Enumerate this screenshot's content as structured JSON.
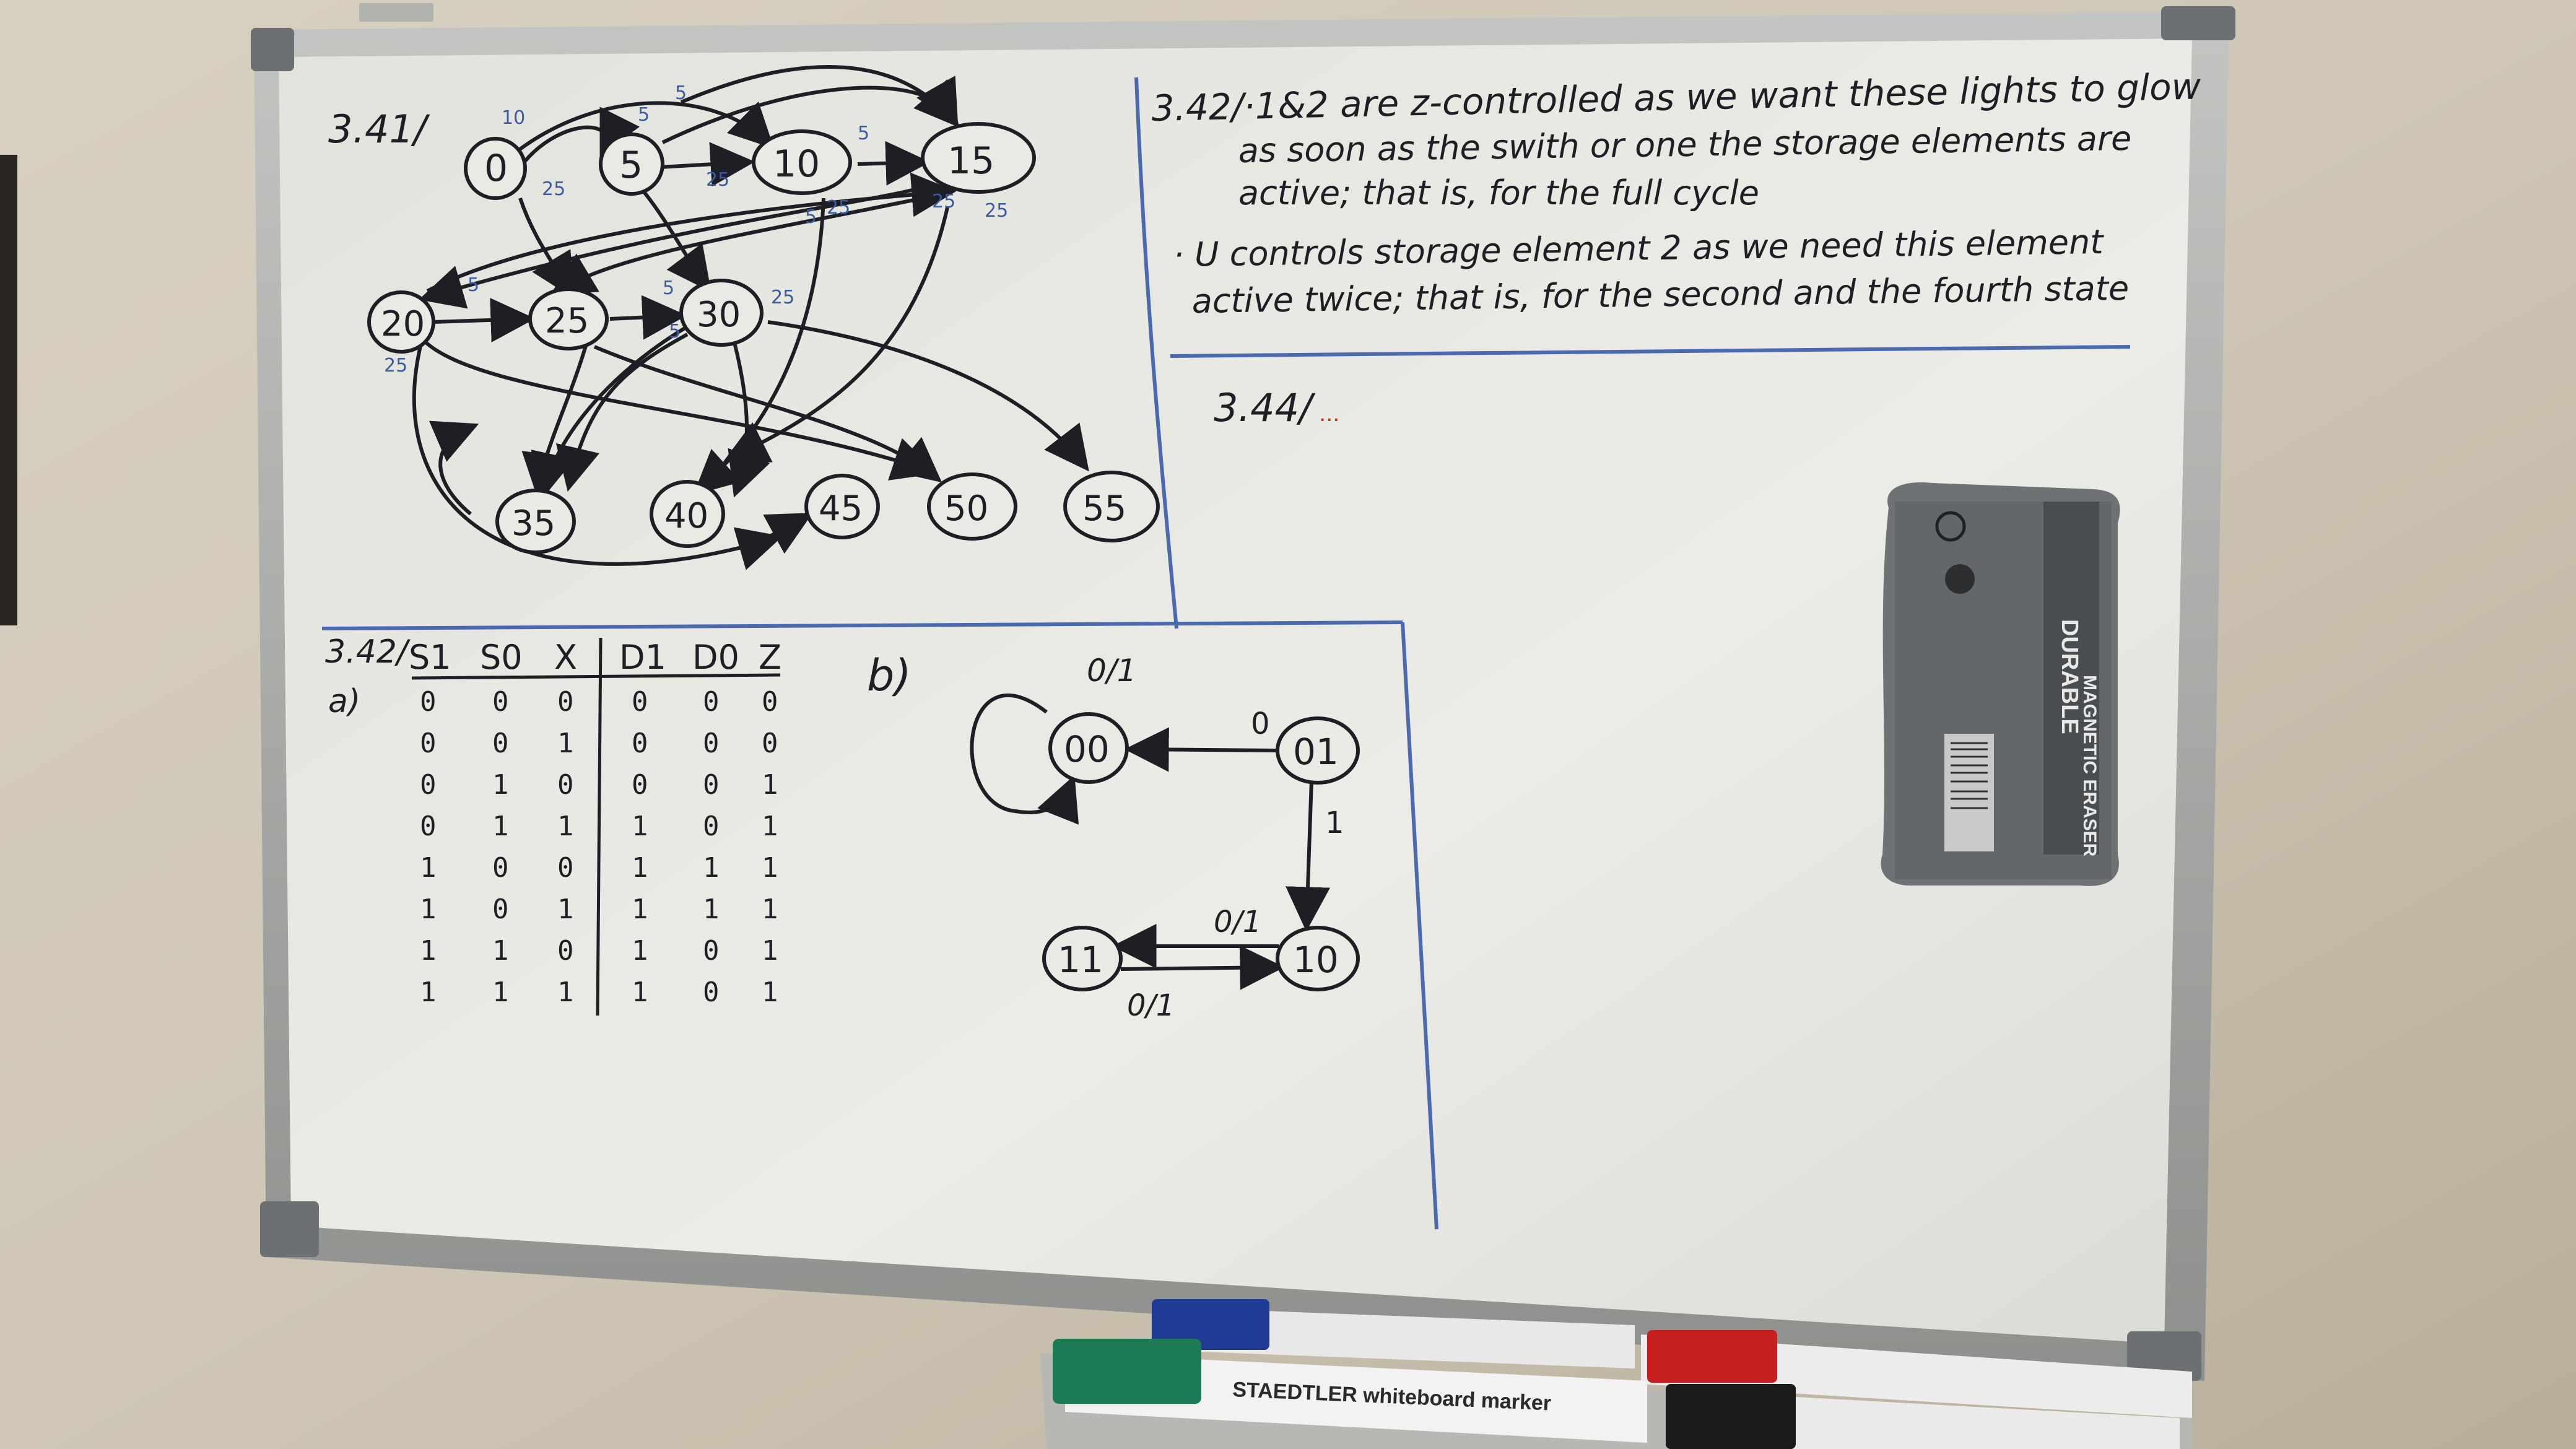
{
  "problem_341": {
    "heading": "3.41/",
    "states": [
      "0",
      "5",
      "10",
      "15",
      "20",
      "25",
      "30",
      "35",
      "40",
      "45",
      "50",
      "55"
    ],
    "edge_labels": [
      "10",
      "5",
      "25",
      "5",
      "25",
      "25",
      "5",
      "25",
      "5",
      "5",
      "25",
      "5",
      "5",
      "25",
      "25",
      "5"
    ]
  },
  "problem_342_text": {
    "line1": "3.42/·1&2 are z-controlled as we want these lights to glow",
    "line2": "as soon as the swith or one the storage elements are",
    "line3": "active; that is, for the full cycle",
    "line4": "· U controls storage element 2 as we need this element",
    "line5": "active twice; that is, for the second and the fourth state"
  },
  "problem_344": {
    "heading": "3.44/",
    "trail": "..."
  },
  "problem_342_table": {
    "heading": "3.42/",
    "part_label": "a)",
    "columns": [
      "S1",
      "S0",
      "X",
      "D1",
      "D0",
      "Z"
    ],
    "rows": [
      [
        "0",
        "0",
        "0",
        "0",
        "0",
        "0"
      ],
      [
        "0",
        "0",
        "1",
        "0",
        "0",
        "0"
      ],
      [
        "0",
        "1",
        "0",
        "0",
        "0",
        "1"
      ],
      [
        "0",
        "1",
        "1",
        "1",
        "0",
        "1"
      ],
      [
        "1",
        "0",
        "0",
        "1",
        "1",
        "1"
      ],
      [
        "1",
        "0",
        "1",
        "1",
        "1",
        "1"
      ],
      [
        "1",
        "1",
        "0",
        "1",
        "0",
        "1"
      ],
      [
        "1",
        "1",
        "1",
        "1",
        "0",
        "1"
      ]
    ]
  },
  "state_diagram_b": {
    "part_label": "b)",
    "states": [
      "00",
      "01",
      "10",
      "11"
    ],
    "transitions": [
      {
        "from": "00",
        "to": "00",
        "label": "0/1"
      },
      {
        "from": "01",
        "to": "00",
        "label": "0"
      },
      {
        "from": "01",
        "to": "10",
        "label": "1"
      },
      {
        "from": "10",
        "to": "11",
        "label": "0/1"
      },
      {
        "from": "11",
        "to": "10",
        "label": "0/1"
      }
    ]
  },
  "eraser": {
    "brand": "DURABLE",
    "label": "MAGNETIC ERASER"
  },
  "markers": {
    "green_marker_text": "STAEDTLER whiteboard marker"
  },
  "colors": {
    "wall": "#cfc6b6",
    "frame": "#a7a9a6",
    "board": "#e6e6e0",
    "ink": "#1e1f24",
    "blue_ink": "#3b5aa0"
  }
}
